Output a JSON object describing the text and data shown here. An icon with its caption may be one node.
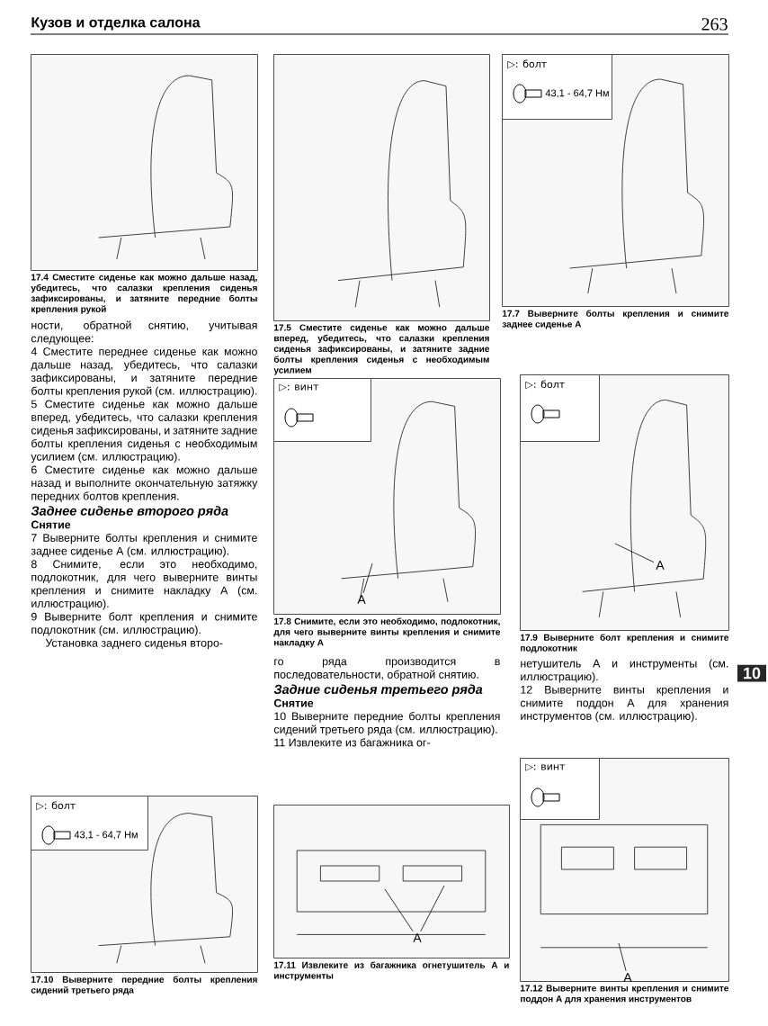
{
  "diagram": {
    "nodes": [
      {
        "text": [],
        "shape": "picture",
        "beside": [
          "17.4 Сместите сиденье как можно дальше назад, убедитесь, что салазки крепления сиденья зафиксированы, и затяните передние болты крепления рукой"
        ]
      },
      {
        "text": [],
        "shape": "picture",
        "beside": [
          "17.5 Сместите сиденье как можно дальше вперед, убедитесь, что салазки крепления сиденья зафиксированы, и затяните задние болты крепления сиденья с необходимым усилием"
        ]
      },
      {
        "text": [],
        "shape": "picture",
        "beside": [
          "17.7 Выверните болты крепления и снимите заднее сиденье А"
        ]
      },
      {
        "text": [
          "▷: болт",
          "43,1 - 64,7 Нм"
        ],
        "in": 2
      },
      {
        "text": [],
        "shape": "picture",
        "beside": [
          "17.8 Снимите, если это необходимо, подлокотник, для чего выверните винты крепления и снимите накладку А"
        ]
      },
      {
        "text": [
          "▷: винт"
        ],
        "in": 4
      },
      {
        "text": [],
        "shape": "picture",
        "beside": [
          "17.9 Выверните болт крепления и снимите подлокотник"
        ]
      },
      {
        "text": [
          "▷: болт"
        ],
        "in": 6
      },
      {
        "text": [],
        "shape": "picture",
        "beside": [
          "17.10 Выверните передние болты крепления сидений третьего ряда"
        ]
      },
      {
        "text": [
          "▷: болт",
          "43,1 - 64,7 Нм"
        ],
        "in": 8
      },
      {
        "text": [],
        "shape": "picture",
        "beside": [
          "17.11 Извлеките из багажника огнетушитель А и инструменты"
        ]
      },
      {
        "text": [],
        "shape": "picture",
        "beside": [
          "17.12 Выверните винты крепления и снимите поддон А для хранения инструментов"
        ]
      },
      {
        "text": [
          "▷: винт"
        ],
        "in": 11
      },
      {
        "text": [
          "A"
        ],
        "in": 4
      },
      {
        "text": [
          "A"
        ],
        "in": 6
      },
      {
        "text": [
          "A"
        ],
        "in": 10
      },
      {
        "text": [
          "A"
        ],
        "in": 11
      }
    ],
    "edges": [
      {
        "from": 13,
        "to": null,
        "arrow": "none"
      },
      {
        "from": 14,
        "to": null,
        "arrow": "none"
      },
      {
        "from": 15,
        "to": null,
        "arrow": "none"
      },
      {
        "from": 15,
        "to": null,
        "arrow": "none"
      },
      {
        "from": 16,
        "to": null,
        "arrow": "none"
      }
    ],
    "labels": [
      "Кузов и отделка салона",
      "263",
      "ности, обратной снятию, учитывая следующее:",
      "4 Сместите переднее сиденье как можно дальше назад, убедитесь, что салазки зафиксированы, и затяните передние болты крепления рукой (см. иллюстрацию).",
      "5 Сместите сиденье как можно дальше вперед, убедитесь, что салазки крепления сиденья зафиксированы, и затяните задние болты крепления сиденья с необходимым усилием (см. иллюстрацию).",
      "6 Сместите сиденье как можно дальше назад и выполните окончательную затяжку передних болтов крепления.",
      "Заднее сиденье второго ряда",
      "Снятие",
      "7 Выверните болты крепления и снимите заднее сиденье А (см. иллюстрацию).",
      "8 Снимите, если это необходимо, подлокотник, для чего выверните винты крепления и снимите накладку А (см. иллюстрацию).",
      "9 Выверните болт крепления и снимите подлокотник (см. иллюстрацию).",
      "Установка заднего сиденья второ-",
      "го ряда производится в последовательности, обратной снятию.",
      "Задние сиденья третьего ряда",
      "Снятие",
      "10 Выверните передние болты крепления сидений третьего ряда (см. иллюстрацию).",
      "11 Извлеките из багажника ог-",
      "нетушитель А и инструменты (см. иллюстрацию).",
      "12 Выверните винты крепления и снимите поддон А для хранения инструментов (см. иллюстрацию).",
      "10"
    ]
  }
}
